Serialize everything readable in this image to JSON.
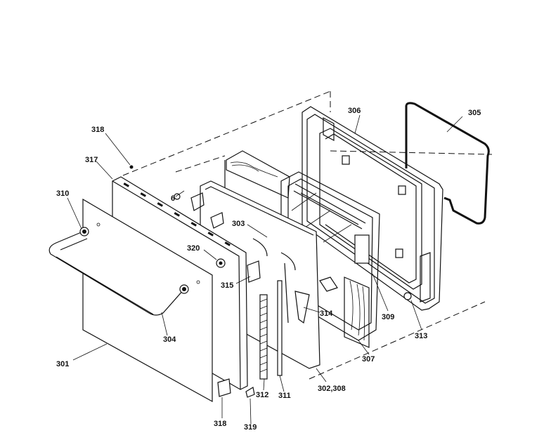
{
  "diagram": {
    "part_labels": [
      {
        "id": "p305",
        "text": "305"
      },
      {
        "id": "p306",
        "text": "306"
      },
      {
        "id": "p318a",
        "text": "318"
      },
      {
        "id": "p317",
        "text": "317"
      },
      {
        "id": "p310",
        "text": "310"
      },
      {
        "id": "p6",
        "text": "6"
      },
      {
        "id": "p303",
        "text": "303"
      },
      {
        "id": "p320",
        "text": "320"
      },
      {
        "id": "p315",
        "text": "315"
      },
      {
        "id": "p314",
        "text": "314"
      },
      {
        "id": "p309",
        "text": "309"
      },
      {
        "id": "p313",
        "text": "313"
      },
      {
        "id": "p304",
        "text": "304"
      },
      {
        "id": "p307",
        "text": "307"
      },
      {
        "id": "p301",
        "text": "301"
      },
      {
        "id": "p312",
        "text": "312"
      },
      {
        "id": "p311",
        "text": "311"
      },
      {
        "id": "p302308",
        "text": "302,308"
      },
      {
        "id": "p318b",
        "text": "318"
      },
      {
        "id": "p319",
        "text": "319"
      }
    ]
  }
}
